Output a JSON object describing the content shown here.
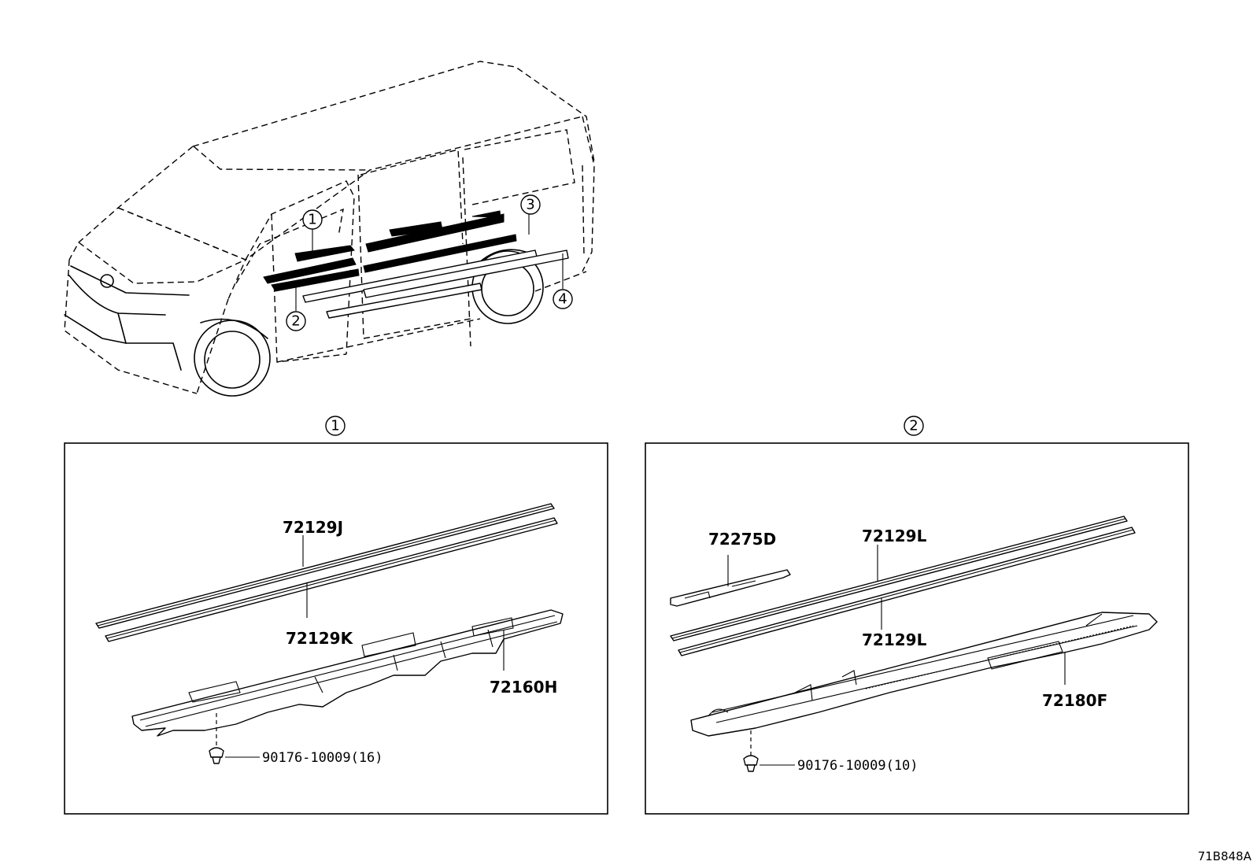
{
  "callouts": {
    "c1": "1",
    "c2": "2",
    "c3": "3",
    "c4": "4"
  },
  "panel_left": {
    "header_num": "1",
    "parts": {
      "upper_strip": "72129J",
      "lower_strip": "72129K",
      "rail": "72160H",
      "clip": "90176-10009(16)"
    }
  },
  "panel_right": {
    "header_num": "2",
    "parts": {
      "bracket": "72275D",
      "upper_strip": "72129L",
      "lower_strip": "72129L",
      "rail": "72180F",
      "clip": "90176-10009(10)"
    }
  },
  "figure_ref": "71B848A"
}
